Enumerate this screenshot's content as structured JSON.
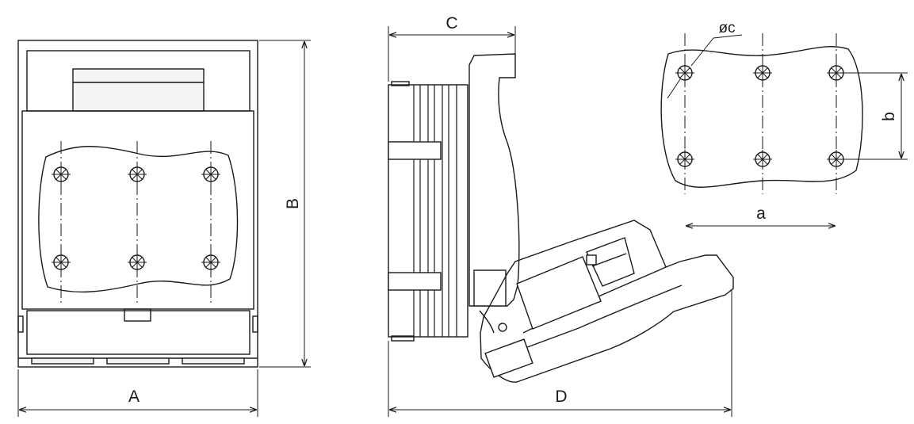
{
  "dimensions": {
    "A": "A",
    "B": "B",
    "C": "C",
    "D": "D",
    "a": "a",
    "b": "b",
    "hole_diameter": "øc"
  },
  "colors": {
    "line": "#1a1a1a",
    "background": "#ffffff",
    "fill_gray": "#f2f2f2",
    "fill_dark": "#e0e0e0"
  }
}
